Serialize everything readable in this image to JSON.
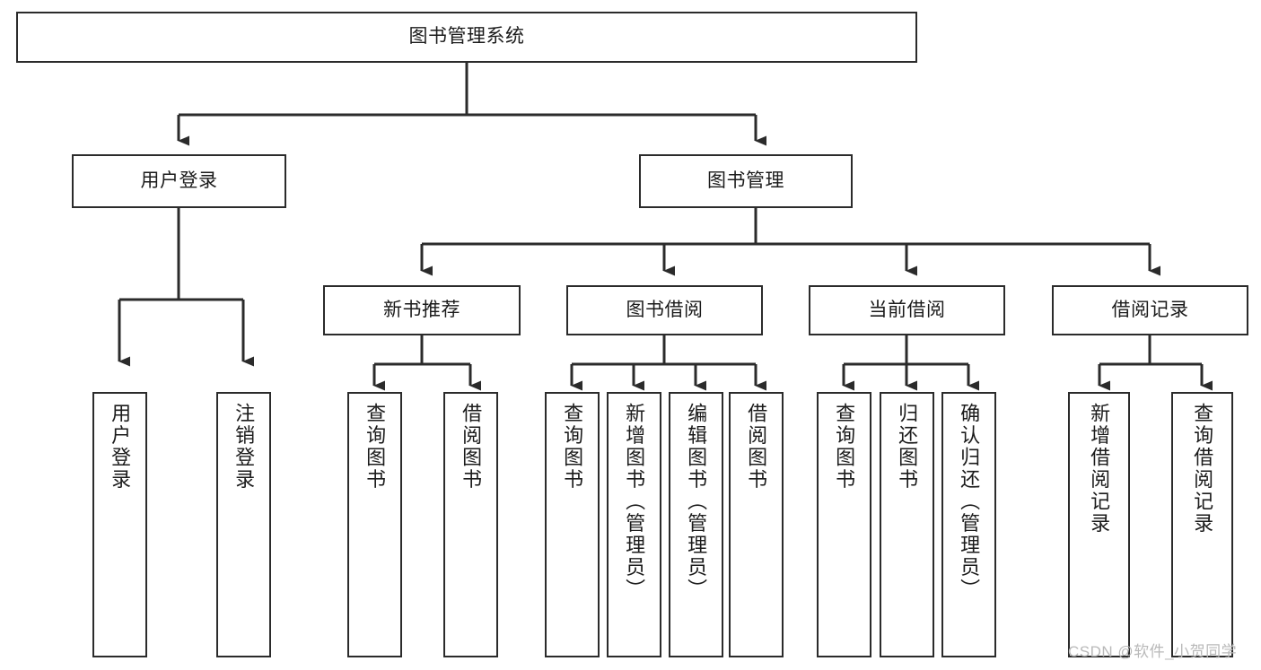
{
  "diagram": {
    "title": "图书管理系统",
    "type": "tree-hierarchy",
    "orientation": "top-down",
    "colors": {
      "box_border": "#2b2b2b",
      "box_fill": "#ffffff",
      "connector": "#2b2b2b",
      "text": "#1b1b1b",
      "watermark": "#b9b9b9",
      "background": "#ffffff"
    },
    "nodes": {
      "root": {
        "label": "图书管理系统"
      },
      "level1": [
        {
          "id": "user-login",
          "label": "用户登录"
        },
        {
          "id": "book-manage",
          "label": "图书管理"
        }
      ],
      "level2": [
        {
          "id": "new-book-recommend",
          "label": "新书推荐"
        },
        {
          "id": "book-borrow",
          "label": "图书借阅"
        },
        {
          "id": "current-borrow",
          "label": "当前借阅"
        },
        {
          "id": "borrow-record",
          "label": "借阅记录"
        }
      ],
      "leaves": {
        "user-login": [
          {
            "id": "leaf-user-login",
            "label": "用户登录"
          },
          {
            "id": "leaf-user-logout",
            "label": "注销登录"
          }
        ],
        "new-book-recommend": [
          {
            "id": "leaf-query-book-1",
            "label": "查询图书"
          },
          {
            "id": "leaf-borrow-book-1",
            "label": "借阅图书"
          }
        ],
        "book-borrow": [
          {
            "id": "leaf-query-book-2",
            "label": "查询图书"
          },
          {
            "id": "leaf-add-book",
            "label": "新增图书（管理员）"
          },
          {
            "id": "leaf-edit-book",
            "label": "编辑图书（管理员）"
          },
          {
            "id": "leaf-borrow-book-2",
            "label": "借阅图书"
          }
        ],
        "current-borrow": [
          {
            "id": "leaf-query-book-3",
            "label": "查询图书"
          },
          {
            "id": "leaf-return-book",
            "label": "归还图书"
          },
          {
            "id": "leaf-confirm-return",
            "label": "确认归还（管理员）"
          }
        ],
        "borrow-record": [
          {
            "id": "leaf-add-record",
            "label": "新增借阅记录"
          },
          {
            "id": "leaf-query-record",
            "label": "查询借阅记录"
          }
        ]
      }
    },
    "edges": [
      {
        "from": "图书管理系统",
        "to": "用户登录"
      },
      {
        "from": "图书管理系统",
        "to": "图书管理"
      },
      {
        "from": "图书管理",
        "to": "新书推荐"
      },
      {
        "from": "图书管理",
        "to": "图书借阅"
      },
      {
        "from": "图书管理",
        "to": "当前借阅"
      },
      {
        "from": "图书管理",
        "to": "借阅记录"
      },
      {
        "from": "用户登录",
        "to": "用户登录"
      },
      {
        "from": "用户登录",
        "to": "注销登录"
      },
      {
        "from": "新书推荐",
        "to": "查询图书"
      },
      {
        "from": "新书推荐",
        "to": "借阅图书"
      },
      {
        "from": "图书借阅",
        "to": "查询图书"
      },
      {
        "from": "图书借阅",
        "to": "新增图书（管理员）"
      },
      {
        "from": "图书借阅",
        "to": "编辑图书（管理员）"
      },
      {
        "from": "图书借阅",
        "to": "借阅图书"
      },
      {
        "from": "当前借阅",
        "to": "查询图书"
      },
      {
        "from": "当前借阅",
        "to": "归还图书"
      },
      {
        "from": "当前借阅",
        "to": "确认归还（管理员）"
      },
      {
        "from": "借阅记录",
        "to": "新增借阅记录"
      },
      {
        "from": "借阅记录",
        "to": "查询借阅记录"
      }
    ]
  },
  "watermark": {
    "text": "CSDN @软件_小贺同学"
  }
}
